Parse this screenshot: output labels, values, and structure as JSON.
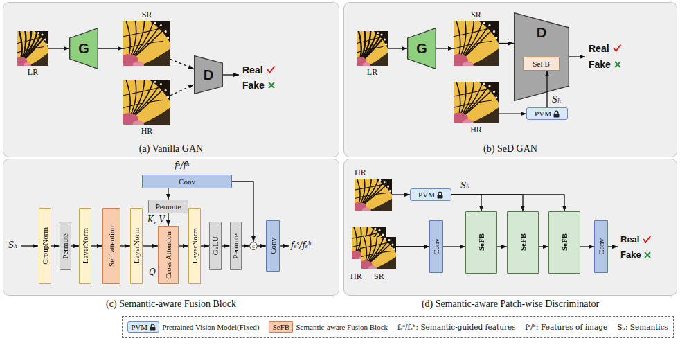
{
  "diagram": {
    "nodes": [
      {
        "text": [
          "(a) Vanilla GAN"
        ]
      },
      {
        "text": [
          "LR"
        ],
        "in": 0
      },
      {
        "text": [
          "G"
        ],
        "in": 0
      },
      {
        "text": [
          "SR"
        ],
        "in": 0
      },
      {
        "text": [
          "HR"
        ],
        "in": 0
      },
      {
        "text": [
          "D"
        ],
        "in": 0
      },
      {
        "text": [
          "(b) SeD GAN"
        ]
      },
      {
        "text": [
          "LR"
        ],
        "in": 6
      },
      {
        "text": [
          "G"
        ],
        "in": 6
      },
      {
        "text": [
          "SR"
        ],
        "in": 6
      },
      {
        "text": [
          "HR"
        ],
        "in": 6
      },
      {
        "text": [
          "D"
        ],
        "in": 6
      },
      {
        "text": [
          "SeFB"
        ],
        "in": 11
      },
      {
        "text": [
          "PVM"
        ],
        "in": 6
      },
      {
        "text": [
          "(c) Semantic-aware Fusion Block"
        ]
      },
      {
        "text": [
          "Conv"
        ],
        "in": 14
      },
      {
        "text": [
          "Permute"
        ],
        "in": 14
      },
      {
        "text": [
          "GroupNorm"
        ],
        "in": 14
      },
      {
        "text": [
          "Permute"
        ],
        "in": 14
      },
      {
        "text": [
          "LayerNorm"
        ],
        "in": 14
      },
      {
        "text": [
          "Self attention"
        ],
        "in": 14
      },
      {
        "text": [
          "LayerNorm"
        ],
        "in": 14
      },
      {
        "text": [
          "Cross Attention"
        ],
        "in": 14
      },
      {
        "text": [
          "LayerNorm"
        ],
        "in": 14
      },
      {
        "text": [
          "GeLU"
        ],
        "in": 14
      },
      {
        "text": [
          "Permute"
        ],
        "in": 14
      },
      {
        "text": [
          "c"
        ],
        "in": 14
      },
      {
        "text": [
          "Conv"
        ],
        "in": 14
      },
      {
        "text": [
          "(d) Semantic-aware Patch-wise Discriminator"
        ]
      },
      {
        "text": [
          "HR"
        ],
        "in": 28
      },
      {
        "text": [
          "PVM"
        ],
        "in": 28
      },
      {
        "text": [
          "HR"
        ],
        "in": 28
      },
      {
        "text": [
          "SR"
        ],
        "in": 28
      },
      {
        "text": [
          "Conv"
        ],
        "in": 28
      },
      {
        "text": [
          "SeFB"
        ],
        "in": 28
      },
      {
        "text": [
          "SeFB"
        ],
        "in": 28
      },
      {
        "text": [
          "SeFB"
        ],
        "in": 28
      },
      {
        "text": [
          "Conv"
        ],
        "in": 28
      },
      {
        "text": [
          "PVM"
        ]
      },
      {
        "text": [
          "SeFB"
        ]
      }
    ],
    "edges": [
      {
        "from": 1,
        "to": 2,
        "arrow": "to"
      },
      {
        "from": 2,
        "to": 3,
        "arrow": "to"
      },
      {
        "from": 3,
        "to": 5,
        "arrow": "to"
      },
      {
        "from": 4,
        "to": 5,
        "arrow": "to"
      },
      {
        "from": 7,
        "to": 8,
        "arrow": "to"
      },
      {
        "from": 8,
        "to": 9,
        "arrow": "to"
      },
      {
        "from": 9,
        "to": 11,
        "arrow": "to"
      },
      {
        "from": 10,
        "to": 13,
        "arrow": "to"
      },
      {
        "from": 13,
        "to": 12,
        "arrow": "to",
        "label": "Sₕ"
      },
      {
        "from": 15,
        "to": 16,
        "arrow": "to"
      },
      {
        "from": 16,
        "to": 22,
        "arrow": "to",
        "label": "K, V"
      },
      {
        "from": 17,
        "to": 18,
        "arrow": "to"
      },
      {
        "from": 18,
        "to": 19,
        "arrow": "to"
      },
      {
        "from": 19,
        "to": 20,
        "arrow": "to"
      },
      {
        "from": 20,
        "to": 21,
        "arrow": "to"
      },
      {
        "from": 21,
        "to": 22,
        "arrow": "to",
        "label": "Q"
      },
      {
        "from": 22,
        "to": 23,
        "arrow": "to"
      },
      {
        "from": 23,
        "to": 24,
        "arrow": "to"
      },
      {
        "from": 24,
        "to": 25,
        "arrow": "to"
      },
      {
        "from": 25,
        "to": 26,
        "arrow": "to"
      },
      {
        "from": 15,
        "to": 26,
        "arrow": "to"
      },
      {
        "from": 26,
        "to": 27,
        "arrow": "to"
      },
      {
        "from": 29,
        "to": 30,
        "arrow": "to"
      },
      {
        "from": 30,
        "to": 34,
        "arrow": "to",
        "label": "Sₕ"
      },
      {
        "from": 30,
        "to": 35,
        "arrow": "to"
      },
      {
        "from": 30,
        "to": 36,
        "arrow": "to"
      },
      {
        "from": 31,
        "to": 33,
        "arrow": "to"
      },
      {
        "from": 32,
        "to": 33,
        "arrow": "to"
      },
      {
        "from": 33,
        "to": 34,
        "arrow": "to"
      },
      {
        "from": 34,
        "to": 35,
        "arrow": "to"
      },
      {
        "from": 35,
        "to": 36,
        "arrow": "to"
      },
      {
        "from": 36,
        "to": 37,
        "arrow": "to"
      }
    ],
    "labels": [
      "Real",
      "Fake",
      "Real",
      "Fake",
      "fˢ/fʰ",
      "Sₕ",
      "fₛˢ/fₛʰ",
      "Real",
      "Fake",
      "fₛˢ/fₛʰ: Semantic-guided features",
      "fˢ/ʰ: Features of image",
      "Sₕ: Semantics"
    ],
    "legend": [
      {
        "text": "Pretrained Vision Model(Fixed)"
      },
      {
        "text": "Semantic-aware Fusion Block"
      }
    ]
  }
}
